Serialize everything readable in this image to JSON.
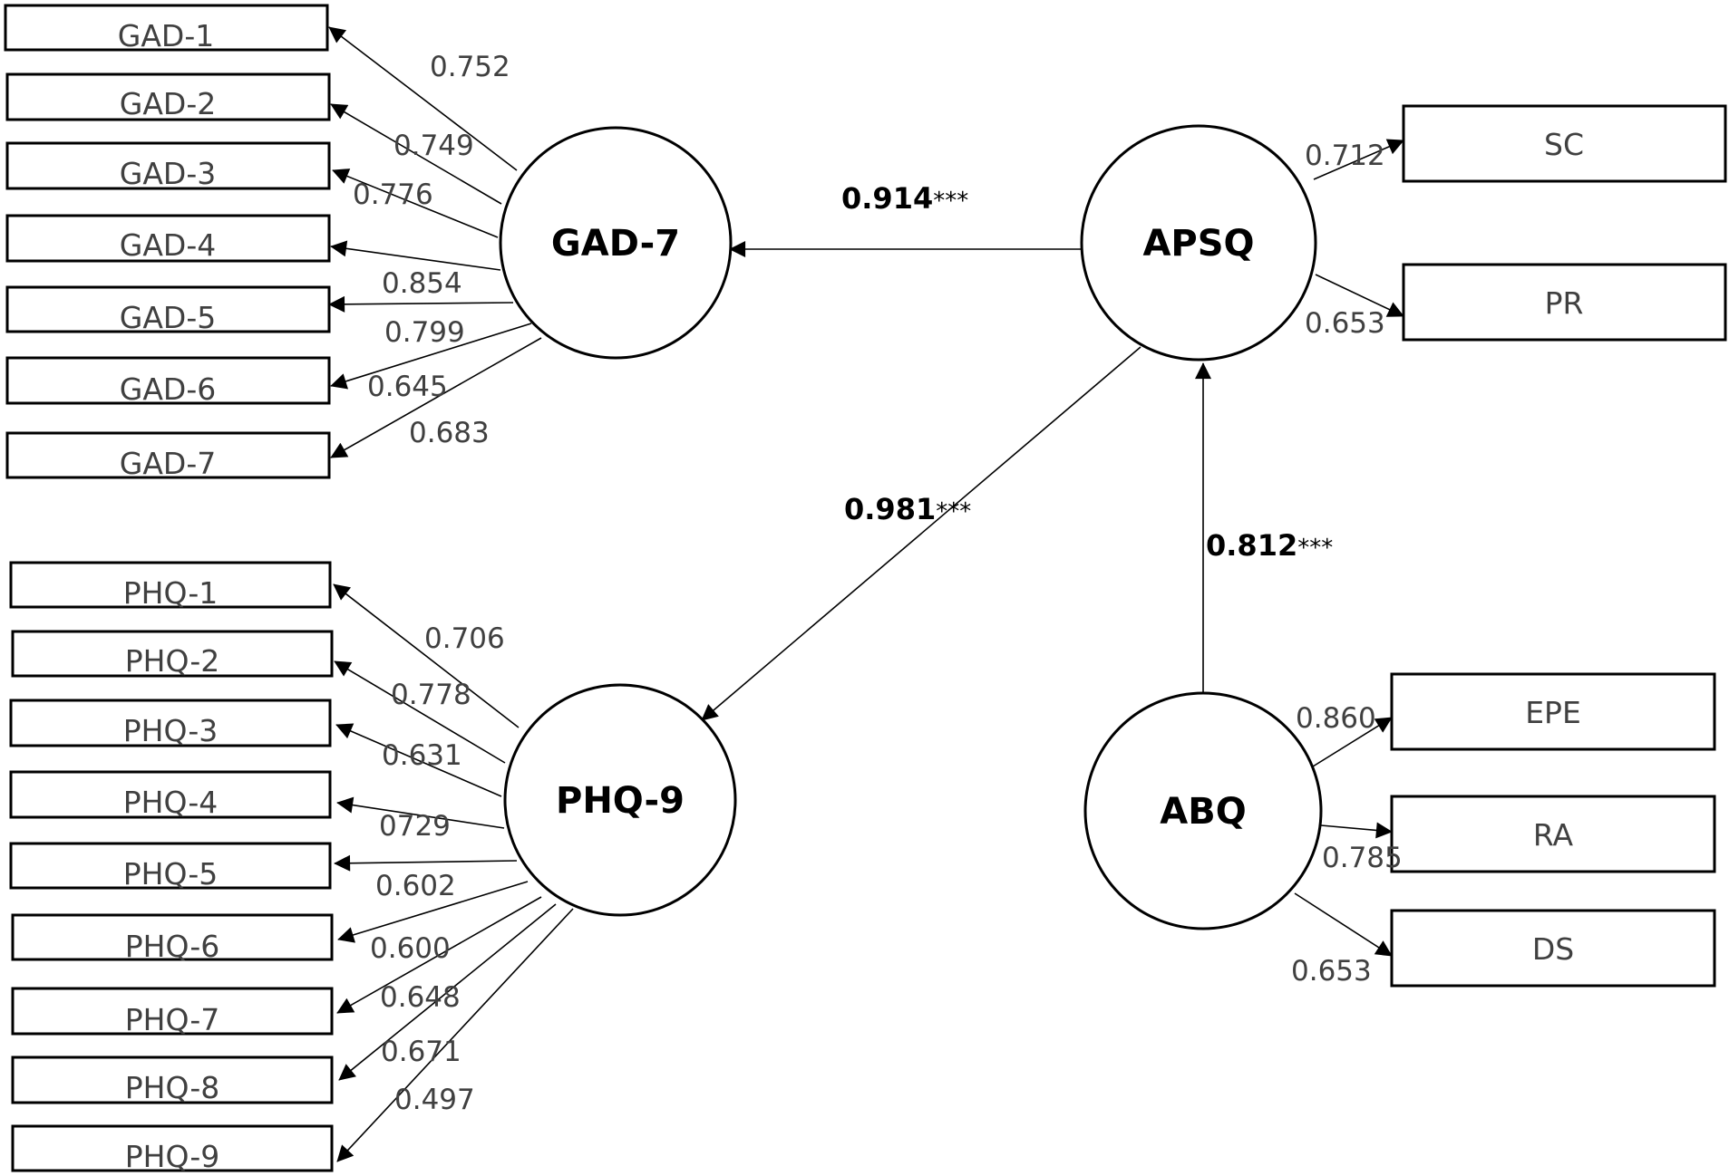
{
  "latent": {
    "gad7": "GAD-7",
    "phq9": "PHQ-9",
    "apsq": "APSQ",
    "abq": "ABQ"
  },
  "indicators": {
    "gad": [
      "GAD-1",
      "GAD-2",
      "GAD-3",
      "GAD-4",
      "GAD-5",
      "GAD-6",
      "GAD-7"
    ],
    "phq": [
      "PHQ-1",
      "PHQ-2",
      "PHQ-3",
      "PHQ-4",
      "PHQ-5",
      "PHQ-6",
      "PHQ-7",
      "PHQ-8",
      "PHQ-9"
    ],
    "apsq": [
      "SC",
      "PR"
    ],
    "abq": [
      "EPE",
      "RA",
      "DS"
    ]
  },
  "loadings": {
    "gad": [
      "0.752",
      "0.749",
      "0.776",
      "0.854",
      "0.799",
      "0.645",
      "0.683"
    ],
    "phq": [
      "0.706",
      "0.778",
      "0.631",
      "0729",
      "0.602",
      "0.600",
      "0.648",
      "0.671",
      "0.497"
    ],
    "apsq": [
      "0.712",
      "0.653"
    ],
    "abq": [
      "0.860",
      "0.785",
      "0.653"
    ]
  },
  "paths": {
    "apsq_gad7": {
      "value": "0.914",
      "sig": "***"
    },
    "apsq_phq9": {
      "value": "0.981",
      "sig": "***"
    },
    "abq_apsq": {
      "value": "0.812",
      "sig": "***"
    }
  },
  "colors": {
    "line": "#000000",
    "indicator_text": "#404040",
    "latent_text": "#000000"
  }
}
